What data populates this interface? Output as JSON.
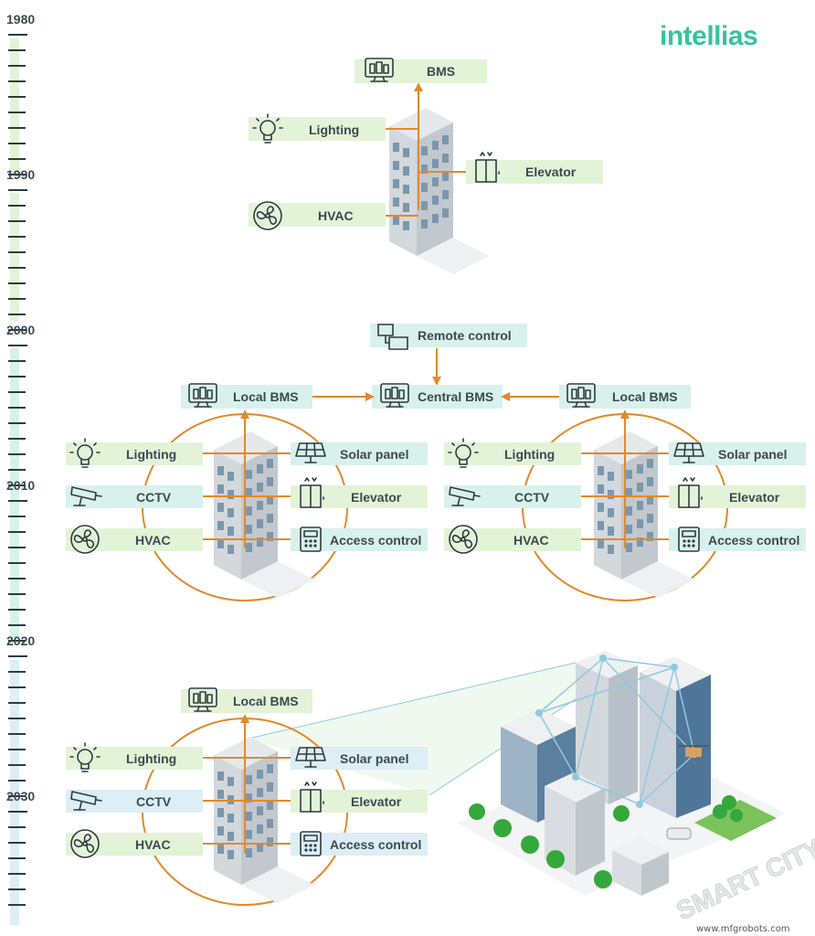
{
  "brand": "intellias",
  "credit": "www.mfgrobots.com",
  "timeline": [
    "1980",
    "1990",
    "2000",
    "2010",
    "2020",
    "2030"
  ],
  "era1": {
    "bms": "BMS",
    "lighting": "Lighting",
    "elevator": "Elevator",
    "hvac": "HVAC"
  },
  "era2": {
    "remote": "Remote control",
    "central": "Central BMS",
    "left": {
      "bms": "Local BMS",
      "lighting": "Lighting",
      "cctv": "CCTV",
      "hvac": "HVAC",
      "solar": "Solar panel",
      "elevator": "Elevator",
      "access": "Access control"
    },
    "right": {
      "bms": "Local BMS",
      "lighting": "Lighting",
      "cctv": "CCTV",
      "hvac": "HVAC",
      "solar": "Solar panel",
      "elevator": "Elevator",
      "access": "Access control"
    }
  },
  "era3": {
    "bms": "Local BMS",
    "lighting": "Lighting",
    "cctv": "CCTV",
    "hvac": "HVAC",
    "solar": "Solar panel",
    "elevator": "Elevator",
    "access": "Access control",
    "city": "SMART CITY"
  },
  "colors": {
    "era1_bar": "#e3f3d7",
    "era2_bar": "#d8f1ec",
    "era3_bar": "#dceef6",
    "accent": "#e08a2c",
    "brand": "#35c4a0"
  }
}
